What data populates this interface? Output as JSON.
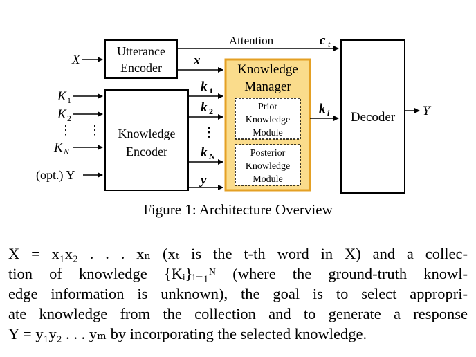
{
  "figure": {
    "caption": "Figure 1: Architecture Overview",
    "blocks": {
      "utterance_encoder": [
        "Utterance",
        "Encoder"
      ],
      "knowledge_encoder": [
        "Knowledge",
        "Encoder"
      ],
      "knowledge_manager": [
        "Knowledge",
        "Manager"
      ],
      "prior_module": [
        "Prior",
        "Knowledge",
        "Module"
      ],
      "posterior_module": [
        "Posterior",
        "Knowledge",
        "Module"
      ],
      "decoder": "Decoder"
    },
    "labels": {
      "x_input": "X",
      "k1_input": "K",
      "k1_sub": "1",
      "k2_input": "K",
      "k2_sub": "2",
      "kn_input": "K",
      "kn_sub": "N",
      "opt_y_input": "(opt.) Y",
      "attention": "Attention",
      "c_t": "c",
      "c_t_sub": "t",
      "x_enc": "x",
      "k1_enc": "k",
      "k1_enc_sub": "1",
      "k2_enc": "k",
      "k2_enc_sub": "2",
      "kn_enc": "k",
      "kn_enc_sub": "N",
      "y_enc": "y",
      "k_i": "k",
      "k_i_sub": "i",
      "y_output": "Y",
      "ellipsis": "⋮"
    },
    "colors": {
      "knowledge_manager_fill": "#FADC8C",
      "knowledge_manager_border": "#E4A024"
    }
  },
  "paragraph": {
    "lines": [
      "X = x₁x₂ . . . xₙ (xₜ is the t-th word in X) and a collec-",
      "tion of knowledge {Kᵢ}ᵢ₌₁ᴺ (where the ground-truth knowl-",
      "edge information is unknown), the goal is to select appropri-",
      "ate knowledge from the collection and to generate a response",
      "Y = y₁y₂ . . . yₘ by incorporating the selected knowledge."
    ]
  }
}
